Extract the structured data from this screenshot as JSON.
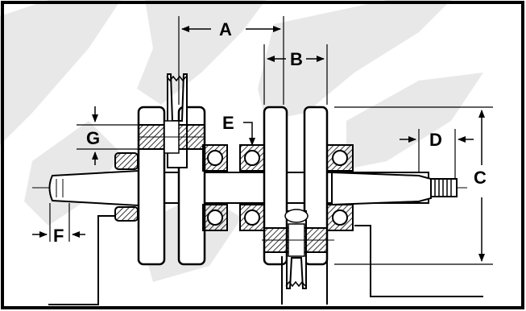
{
  "diagram": {
    "labels": {
      "A": "A",
      "B": "B",
      "C": "C",
      "D": "D",
      "E": "E",
      "F": "F",
      "G": "G"
    },
    "colors": {
      "ink": "#000000",
      "paper": "#ffffff",
      "watermark": "#e6e6e6",
      "hatch": "#000000"
    }
  }
}
